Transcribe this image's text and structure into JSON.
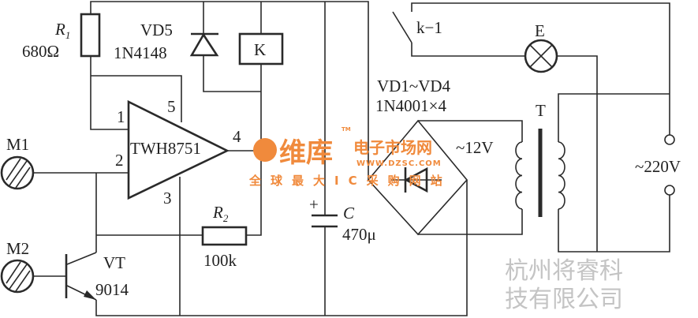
{
  "components": {
    "r1": {
      "name": "R",
      "sub": "1",
      "value": "680Ω"
    },
    "vd5": {
      "name": "VD5",
      "part": "1N4148"
    },
    "relay": {
      "name": "K"
    },
    "ic": {
      "name": "TWH8751",
      "pins": [
        "1",
        "2",
        "3",
        "4",
        "5"
      ]
    },
    "m1": {
      "name": "M1"
    },
    "m2": {
      "name": "M2"
    },
    "vt": {
      "name": "VT",
      "part": "9014"
    },
    "r2": {
      "name": "R",
      "sub": "2",
      "value": "100k"
    },
    "c": {
      "name": "C",
      "value": "470μ",
      "polarity": "+"
    },
    "switch": {
      "name": "k−1"
    },
    "lamp": {
      "name": "E"
    },
    "bridge": {
      "name": "VD1~VD4",
      "part": "1N4001×4"
    },
    "transformer": {
      "name": "T",
      "secondary": "~12V"
    },
    "mains": {
      "label": "~220V"
    }
  },
  "watermark": {
    "brand": "维库",
    "site_name": "电子市场网",
    "tm": "TM",
    "url": "WWW.DZSC.COM",
    "slogan": "全球最大IC采购网站",
    "company": "杭州将睿科技有限公司"
  }
}
